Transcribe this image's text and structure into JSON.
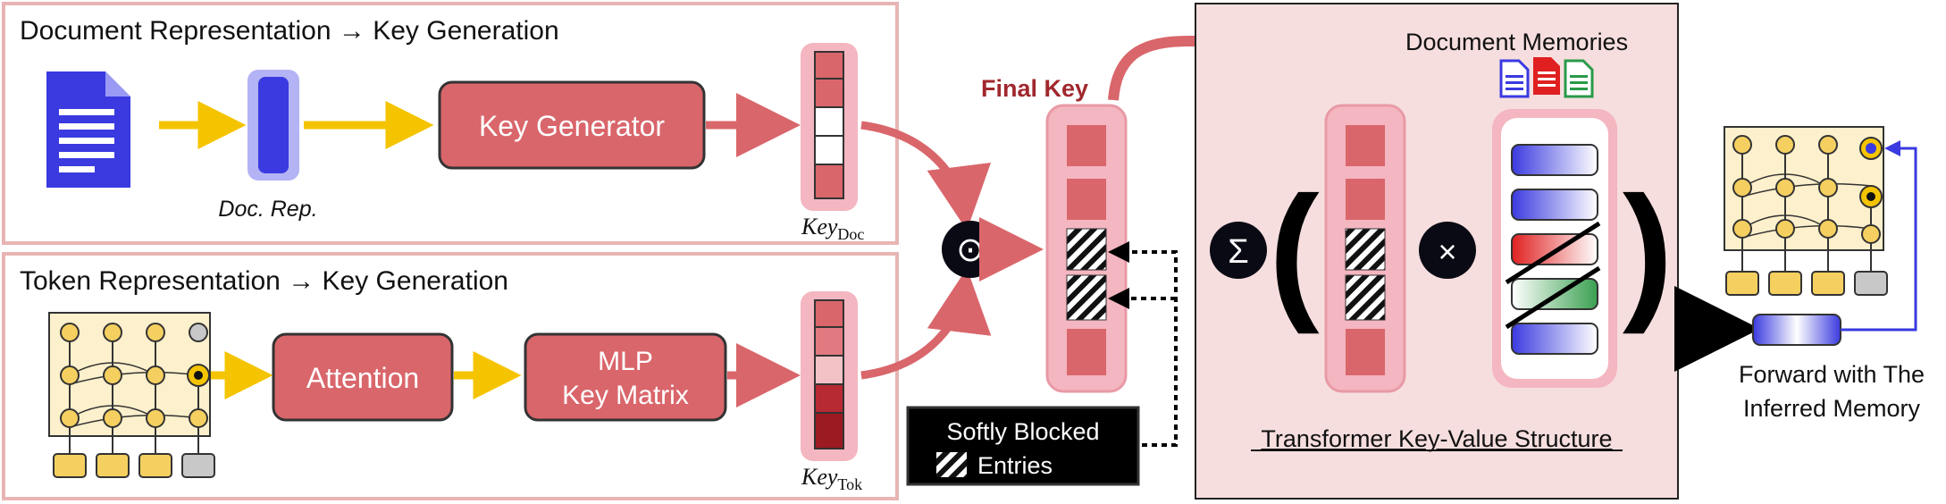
{
  "panels": {
    "doc_title": "Document Representation → Key Generation",
    "tok_title": "Token Representation → Key Generation",
    "memory_title": "Document Memories",
    "kv_caption": "Transformer Key-Value Structure"
  },
  "labels": {
    "doc_rep": "Doc. Rep.",
    "key_generator": "Key Generator",
    "attention": "Attention",
    "mlp_line1": "MLP",
    "mlp_line2": "Key Matrix",
    "key_doc_main": "Key",
    "key_doc_sub": "Doc",
    "key_tok_main": "Key",
    "key_tok_sub": "Tok",
    "final_key": "Final Key",
    "softly_blocked_line1": "Softly Blocked",
    "softly_blocked_line2": "Entries",
    "forward_line1": "Forward with The",
    "forward_line2": "Inferred Memory"
  },
  "symbols": {
    "hadamard": "⊙",
    "sum": "Σ",
    "times": "×",
    "open_paren": "(",
    "close_paren": ")"
  },
  "colors": {
    "panel_border": "#e8b4b4",
    "block_fill": "#d9666b",
    "block_border": "#333333",
    "key_bg": "#f4b6c0",
    "arrow_red": "#d9666b",
    "arrow_yellow": "#f5c400",
    "doc_blue": "#3a3ae0",
    "memory_panel": "#f6dede",
    "grid_bg": "#fdf0cc"
  },
  "icons": [
    "document-icon",
    "document-blue-icon",
    "document-red-icon",
    "document-green-icon",
    "token-grid-icon"
  ]
}
